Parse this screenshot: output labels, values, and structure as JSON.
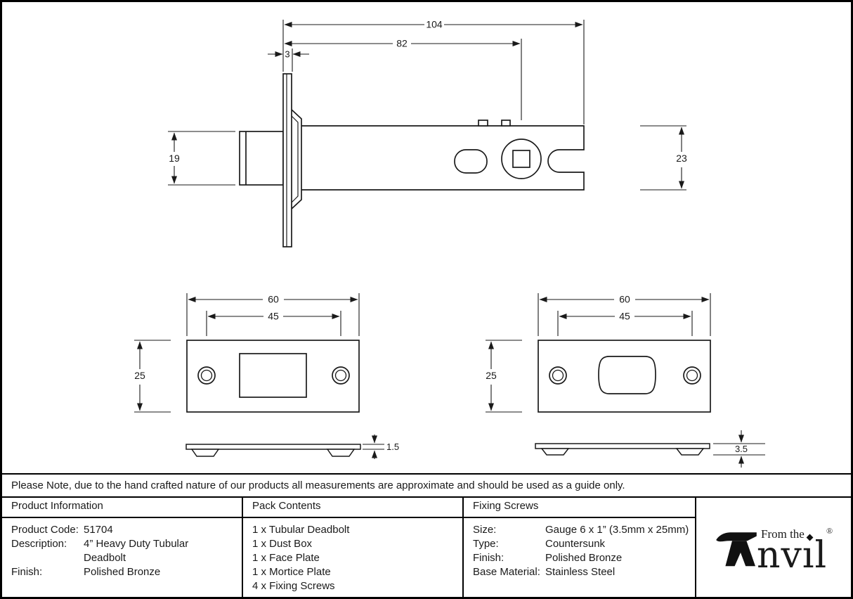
{
  "note": "Please Note, due to the hand crafted nature of our products all measurements are approximate and should be used as a guide only.",
  "drawing": {
    "side_view": {
      "overall_length": "104",
      "body_length": "82",
      "faceplate_thickness": "3",
      "bolt_height": "19",
      "case_height": "23"
    },
    "face_plate": {
      "width": "60",
      "screw_centres": "45",
      "height": "25",
      "thickness": "1.5"
    },
    "mortice_plate": {
      "width": "60",
      "screw_centres": "45",
      "height": "25",
      "thickness": "3.5"
    }
  },
  "product_information": {
    "header": "Product Information",
    "rows": [
      {
        "label": "Product Code:",
        "value": "51704"
      },
      {
        "label": "Description:",
        "value": "4” Heavy Duty Tubular Deadbolt"
      },
      {
        "label": "Finish:",
        "value": "Polished Bronze"
      }
    ]
  },
  "pack_contents": {
    "header": "Pack Contents",
    "items": [
      "1 x Tubular Deadbolt",
      "1 x Dust Box",
      "1 x Face Plate",
      "1 x Mortice Plate",
      "4 x Fixing Screws"
    ]
  },
  "fixing_screws": {
    "header": "Fixing Screws",
    "rows": [
      {
        "label": "Size:",
        "value": "Gauge 6 x 1” (3.5mm x 25mm)"
      },
      {
        "label": "Type:",
        "value": "Countersunk"
      },
      {
        "label": "Finish:",
        "value": "Polished Bronze"
      },
      {
        "label": "Base Material:",
        "value": "Stainless Steel"
      }
    ]
  },
  "brand": {
    "tagline": "From the",
    "name": "Anvil",
    "registered": "®"
  },
  "colors": {
    "line": "#1a1a1a",
    "background": "#ffffff"
  }
}
